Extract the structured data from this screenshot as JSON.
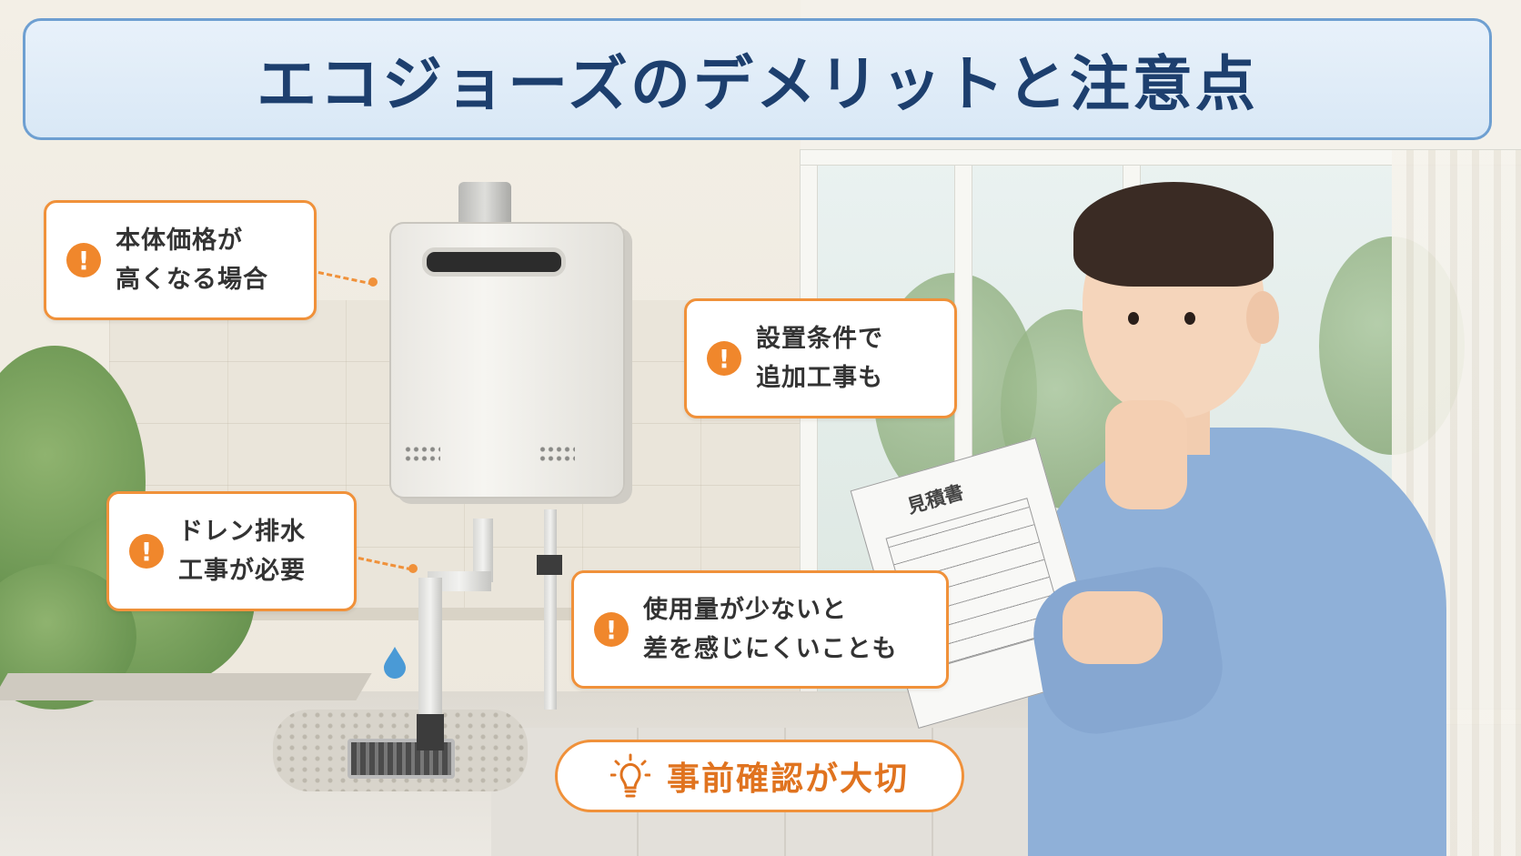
{
  "title": "エコジョーズのデメリットと注意点",
  "callouts": [
    {
      "text": "本体価格が\n高くなる場合",
      "icon": "warning-icon"
    },
    {
      "text": "設置条件で\n追加工事も",
      "icon": "warning-icon"
    },
    {
      "text": "ドレン排水\n工事が必要",
      "icon": "warning-icon"
    },
    {
      "text": "使用量が少ないと\n差を感じにくいことも",
      "icon": "warning-icon"
    }
  ],
  "warning_symbol": "!",
  "tip": {
    "text": "事前確認が大切",
    "icon": "lightbulb-icon"
  },
  "document_label": "見積書",
  "colors": {
    "accent": "#f0913a",
    "title_text": "#1d3f6e",
    "banner_border": "#6e9fd1",
    "tip_text": "#e0731f"
  }
}
